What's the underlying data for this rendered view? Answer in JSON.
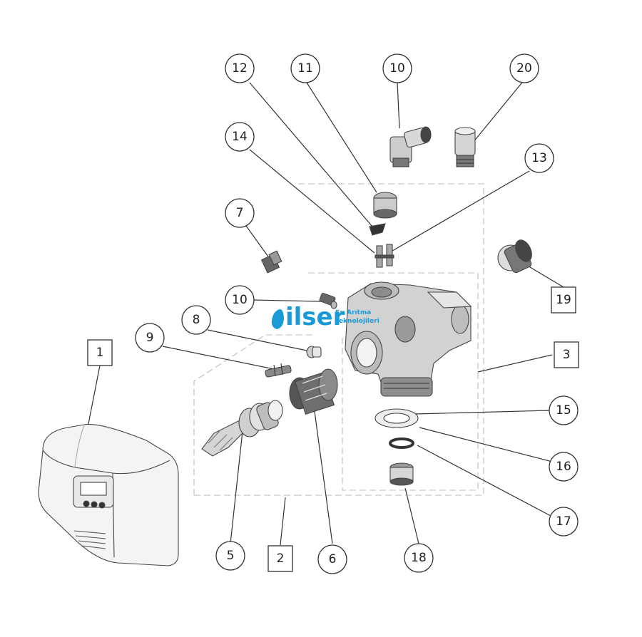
{
  "diagram": {
    "callouts": [
      {
        "label": "1",
        "shape": "box"
      },
      {
        "label": "2",
        "shape": "box"
      },
      {
        "label": "3",
        "shape": "box"
      },
      {
        "label": "5",
        "shape": "circle"
      },
      {
        "label": "6",
        "shape": "circle"
      },
      {
        "label": "7",
        "shape": "circle"
      },
      {
        "label": "8",
        "shape": "circle"
      },
      {
        "label": "9",
        "shape": "circle"
      },
      {
        "label": "10",
        "shape": "circle"
      },
      {
        "label": "10",
        "shape": "circle"
      },
      {
        "label": "11",
        "shape": "circle"
      },
      {
        "label": "12",
        "shape": "circle"
      },
      {
        "label": "13",
        "shape": "circle"
      },
      {
        "label": "14",
        "shape": "circle"
      },
      {
        "label": "15",
        "shape": "circle"
      },
      {
        "label": "16",
        "shape": "circle"
      },
      {
        "label": "17",
        "shape": "circle"
      },
      {
        "label": "18",
        "shape": "circle"
      },
      {
        "label": "19",
        "shape": "box"
      },
      {
        "label": "20",
        "shape": "circle"
      }
    ]
  },
  "watermark": {
    "brand": "ilser",
    "tagline_line1": "Su Arıtma",
    "tagline_line2": "Teknolojileri",
    "color": "#1a9ad6"
  }
}
